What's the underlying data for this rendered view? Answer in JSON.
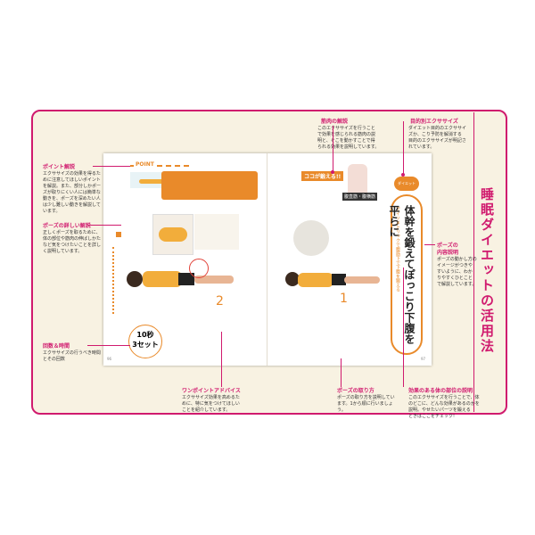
{
  "side_title": "睡眠ダイエットの活用法",
  "colors": {
    "accent": "#d01a6e",
    "orange": "#e98a2a",
    "cream": "#f8f2e2"
  },
  "annotations": {
    "muscle": {
      "title": "筋肉の解説",
      "body": "このエクササイズを行うこと\nで効果を感じられる筋肉の説\n明と、そこを動かすことで得\nられる効果を説明しています。"
    },
    "purpose": {
      "title": "目的別エクササイズ",
      "body": "ダイエット目的のエクササイ\nズか、こり予防を解消する\n目的のエクササイズが明記さ\nれています。"
    },
    "point": {
      "title": "ポイント解説",
      "body": "エクササイズの効果を得るた\nめに注意してほしいポイント\nを解説。また、部分しかポー\nズが取りにくい人には簡単な\n動きを、ポーズを深めたい人\nは少し難しい動きを解説して\nいます。"
    },
    "detail": {
      "title": "ポーズの詳しい解説",
      "body": "正しくポーズを取るために、\n体の部位や筋肉の伸ばしかた\nなど気をつけたいことを詳し\nく説明しています。"
    },
    "pose_desc": {
      "title": "ポーズの\n内容説明",
      "body": "ポーズの動かし方の\nイメージがつきや\nすいように、わか\nりやすくひとこと\nで解説しています。"
    },
    "count": {
      "title": "回数＆時間",
      "body": "エクササイズの行うべき時間\nとその回数"
    },
    "one_point": {
      "title": "ワンポイントアドバイス",
      "body": "エクササイズ効果を高めるた\nめに、特に気をつけてほしい\nことを紹介しています。"
    },
    "howto": {
      "title": "ポーズの取り方",
      "body": "ポーズの取り方を説明してい\nます。1から順に行いましょ\nう。"
    },
    "effect": {
      "title": "効果のある体の部位の説明",
      "body": "このエクササイズを行うことで、体\nのどこに、どんな効果があるのかを\n説明。やせたいパーツを鍛える\nときはここをチェック!"
    }
  },
  "book": {
    "point_label": "POINT",
    "koko_label": "ココが鍛える!!",
    "muscle_tag": "腹直筋・腹横筋",
    "diet_tag": "ダイエット",
    "main_title": "体幹を鍛えてぽっこり下腹を平らに",
    "sub_title": "アイソメトリックで腹筋下で下腹を鍛える",
    "step1_num": "1",
    "step2_num": "2",
    "count_time": "10秒",
    "count_set": "3セット",
    "page_left": "96",
    "page_right": "97"
  }
}
